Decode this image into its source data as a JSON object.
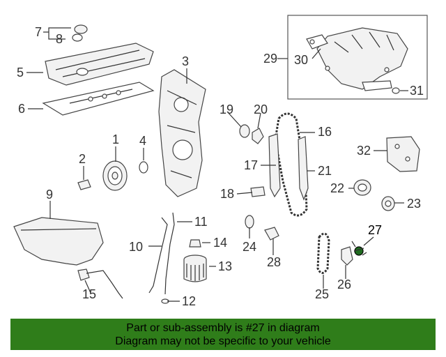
{
  "diagram": {
    "callouts": [
      "1",
      "2",
      "3",
      "4",
      "5",
      "6",
      "7",
      "8",
      "9",
      "10",
      "11",
      "12",
      "13",
      "14",
      "15",
      "16",
      "17",
      "18",
      "19",
      "20",
      "21",
      "22",
      "23",
      "24",
      "25",
      "26",
      "27",
      "28",
      "29",
      "30",
      "31",
      "32"
    ],
    "highlighted_part": "27",
    "highlight_color": "#1f6b1f"
  },
  "banner": {
    "line1": "Part or sub-assembly is #27 in diagram",
    "line2": "Diagram may not be specific to your vehicle",
    "background": "#2f7d1a"
  }
}
